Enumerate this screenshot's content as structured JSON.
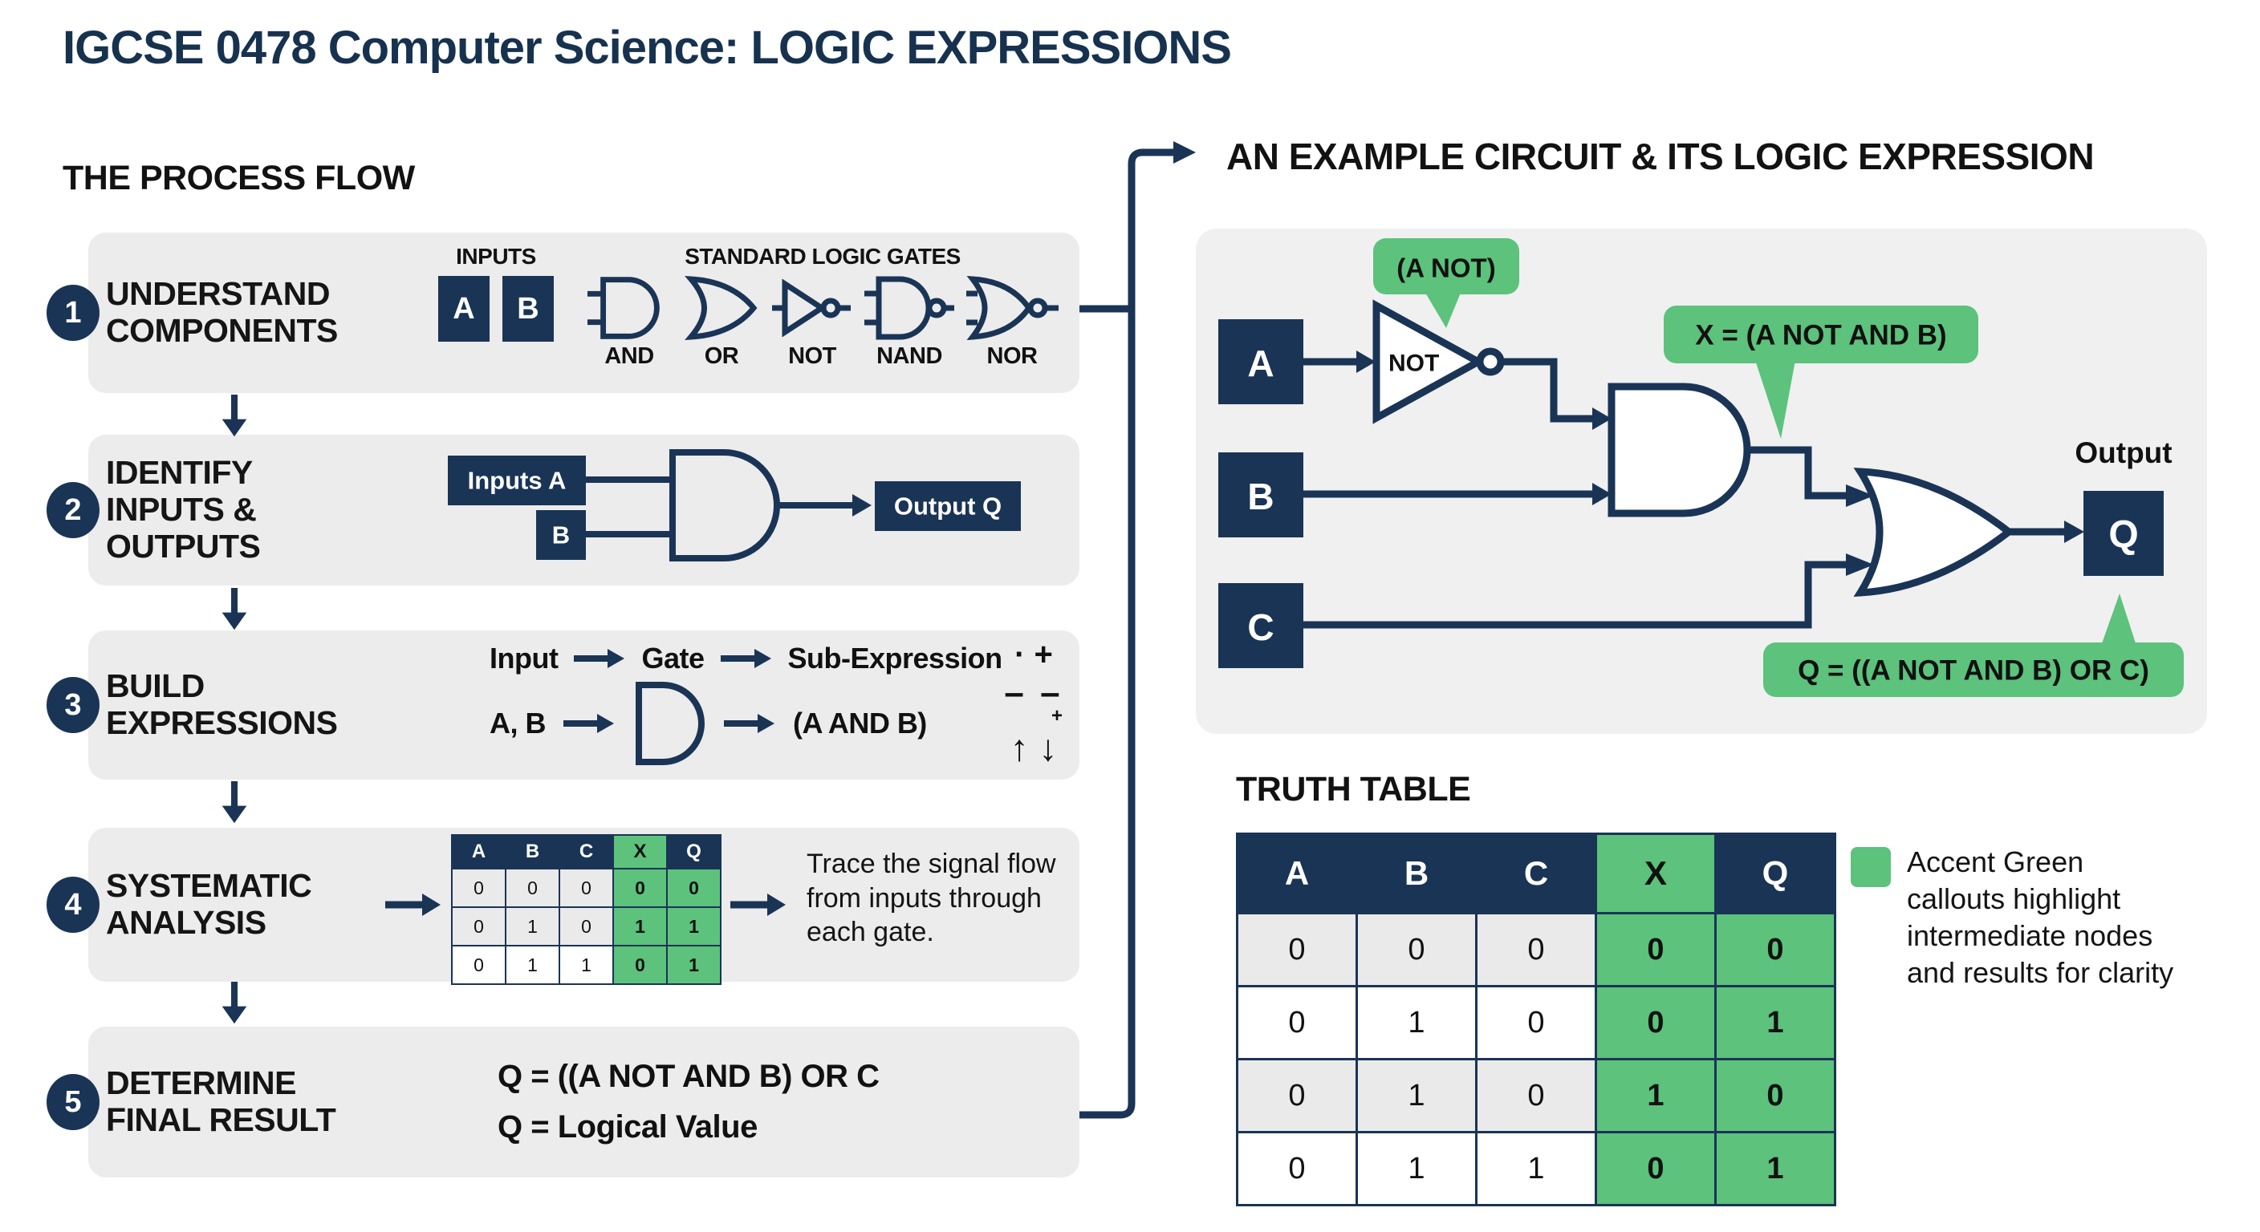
{
  "page": {
    "title": "IGCSE 0478 Computer Science: LOGIC EXPRESSIONS"
  },
  "process": {
    "heading": "THE PROCESS FLOW",
    "steps": [
      {
        "number": "1",
        "title": "UNDERSTAND\nCOMPONENTS"
      },
      {
        "number": "2",
        "title": "IDENTIFY\nINPUTS &\nOUTPUTS"
      },
      {
        "number": "3",
        "title": "BUILD\nEXPRESSIONS"
      },
      {
        "number": "4",
        "title": "SYSTEMATIC\nANALYSIS"
      },
      {
        "number": "5",
        "title": "DETERMINE\nFINAL RESULT"
      }
    ],
    "step1": {
      "inputs_label": "INPUTS",
      "input_a": "A",
      "input_b": "B",
      "gates_label": "STANDARD LOGIC GATES",
      "gates": [
        "AND",
        "OR",
        "NOT",
        "NAND",
        "NOR"
      ]
    },
    "step2": {
      "input_box": "Inputs A",
      "input_b": "B",
      "output_box": "Output Q"
    },
    "step3": {
      "flow": [
        "Input",
        "Gate",
        "Sub-Expression"
      ],
      "operands": "A, B",
      "result": "(A AND B)",
      "symbols": {
        "and_or": "· +",
        "bars": "– –",
        "plus": "+",
        "arrows": "↑ ↓"
      }
    },
    "step4": {
      "headers": [
        "A",
        "B",
        "C",
        "X",
        "Q"
      ],
      "rows": [
        [
          "0",
          "0",
          "0",
          "0",
          "0"
        ],
        [
          "0",
          "1",
          "0",
          "1",
          "1"
        ],
        [
          "0",
          "1",
          "1",
          "0",
          "1"
        ]
      ],
      "note": "Trace the signal flow from inputs through each gate."
    },
    "step5": {
      "line1": "Q = ((A NOT AND B) OR C",
      "line2": "Q = Logical Value"
    }
  },
  "example": {
    "heading": "AN EXAMPLE CIRCUIT & ITS LOGIC EXPRESSION",
    "inputs": {
      "a": "A",
      "b": "B",
      "c": "C"
    },
    "not_label": "NOT",
    "output_label": "Output",
    "output_box": "Q",
    "callout_not": "(A NOT)",
    "callout_x": "X = (A NOT AND B)",
    "callout_q": "Q = ((A NOT AND B) OR C)"
  },
  "truth_table": {
    "title": "TRUTH TABLE",
    "headers": [
      "A",
      "B",
      "C",
      "X",
      "Q"
    ],
    "rows": [
      [
        "0",
        "0",
        "0",
        "0",
        "0"
      ],
      [
        "0",
        "1",
        "0",
        "0",
        "1"
      ],
      [
        "0",
        "1",
        "0",
        "1",
        "0"
      ],
      [
        "0",
        "1",
        "1",
        "0",
        "1"
      ]
    ]
  },
  "legend": {
    "text": "Accent Green callouts highlight intermediate nodes and results for clarity"
  },
  "colors": {
    "navy": "#1a3456",
    "accent_green": "#5cc27c",
    "card_gray": "#ececec",
    "panel_gray": "#f0f0f0"
  }
}
